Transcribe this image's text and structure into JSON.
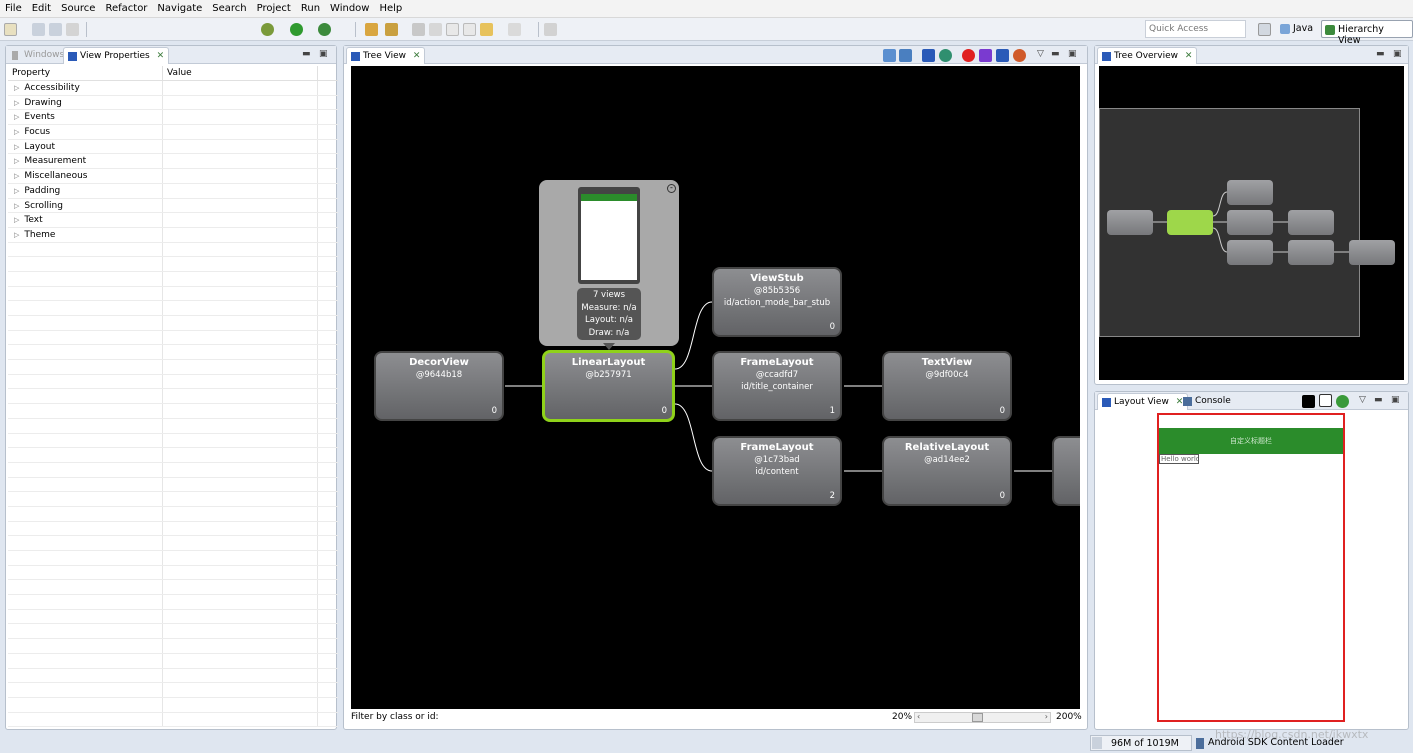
{
  "menu": [
    "File",
    "Edit",
    "Source",
    "Refactor",
    "Navigate",
    "Search",
    "Project",
    "Run",
    "Window",
    "Help"
  ],
  "toolbar": {
    "quick_access_placeholder": "Quick Access",
    "perspective_java": "Java",
    "perspective_hierarchy": "Hierarchy View"
  },
  "left_panel": {
    "tabs": [
      "Windows",
      "View Properties"
    ],
    "columns": [
      "Property",
      "Value"
    ],
    "categories": [
      "Accessibility",
      "Drawing",
      "Events",
      "Focus",
      "Layout",
      "Measurement",
      "Miscellaneous",
      "Padding",
      "Scrolling",
      "Text",
      "Theme"
    ]
  },
  "tree_view": {
    "tab": "Tree View",
    "nodes": [
      {
        "name": "DecorView",
        "id": "@9644b18",
        "res": "",
        "count": "0"
      },
      {
        "name": "LinearLayout",
        "id": "@b257971",
        "res": "",
        "count": "0"
      },
      {
        "name": "ViewStub",
        "id": "@85b5356",
        "res": "id/action_mode_bar_stub",
        "count": "0"
      },
      {
        "name": "FrameLayout",
        "id": "@ccadfd7",
        "res": "id/title_container",
        "count": "1"
      },
      {
        "name": "TextView",
        "id": "@9df00c4",
        "res": "",
        "count": "0"
      },
      {
        "name": "FrameLayout",
        "id": "@1c73bad",
        "res": "id/content",
        "count": "2"
      },
      {
        "name": "RelativeLayout",
        "id": "@ad14ee2",
        "res": "",
        "count": "0"
      }
    ],
    "tooltip": {
      "views": "7 views",
      "measure": "Measure: n/a",
      "layout": "Layout: n/a",
      "draw": "Draw: n/a"
    },
    "filter_label": "Filter by class or id:",
    "zoom_min": "20%",
    "zoom_max": "200%",
    "zoom_level": 0.3
  },
  "tree_overview": {
    "tab": "Tree Overview"
  },
  "layout_view": {
    "tabs": [
      "Layout View",
      "Console"
    ],
    "title_text": "自定义标题栏",
    "hello_text": "Hello world!"
  },
  "status": {
    "memory": "96M of 1019M",
    "loader": "Android SDK Content Loader",
    "watermark": "https://blog.csdn.net/ikwxtx"
  },
  "colors": {
    "selected_border": "#8fd21a",
    "title_bar_green": "#2b8c2b",
    "frame_red": "#e02020"
  }
}
